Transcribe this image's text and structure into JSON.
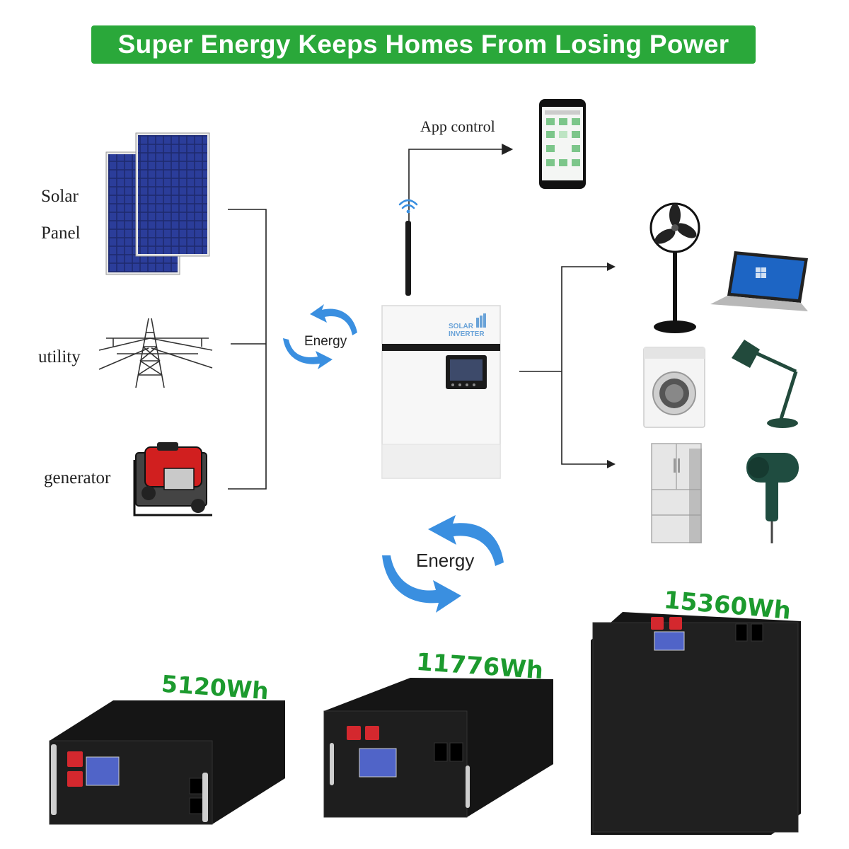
{
  "title": "Super Energy Keeps Homes From Losing Power",
  "sources": {
    "solar_line1": "Solar",
    "solar_line2": "Panel",
    "utility": "utility",
    "generator": "generator"
  },
  "app_control": "App control",
  "energy_top": "Energy",
  "energy_bottom": "Energy",
  "inverter_brand_line1": "SOLAR",
  "inverter_brand_line2": "INVERTER",
  "batteries": [
    {
      "capacity": "5120Wh"
    },
    {
      "capacity": "11776Wh"
    },
    {
      "capacity": "15360Wh"
    }
  ],
  "colors": {
    "banner": "#2aa83a",
    "capacity_text": "#1c9a2e",
    "energy_arrow": "#3a8fe0"
  },
  "icons": [
    "solar-panel-icon",
    "utility-tower-icon",
    "generator-icon",
    "smartphone-icon",
    "wifi-icon",
    "inverter-icon",
    "fan-icon",
    "laptop-icon",
    "washing-machine-icon",
    "desk-lamp-icon",
    "refrigerator-icon",
    "hair-dryer-icon",
    "battery-icon"
  ]
}
